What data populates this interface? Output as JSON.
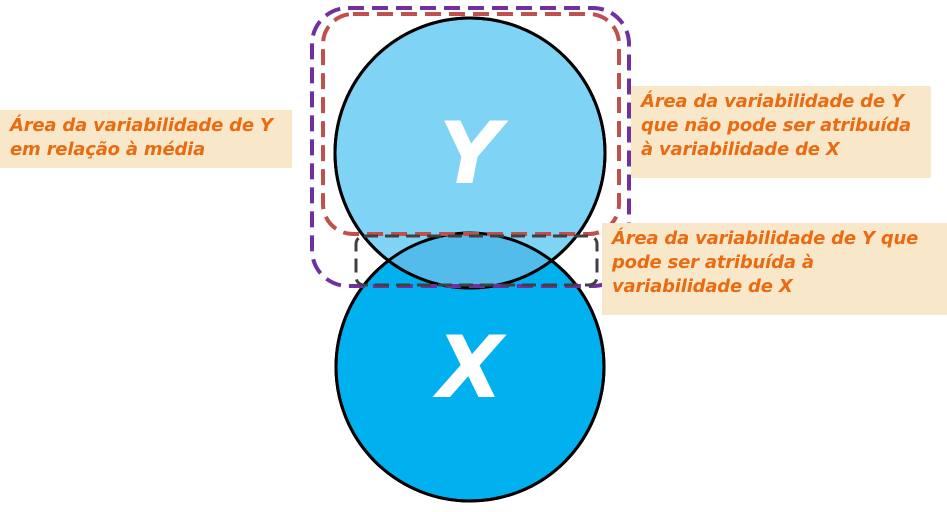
{
  "diagram": {
    "circle_y": {
      "letter": "Y",
      "fill": "#7fd3f5"
    },
    "circle_x": {
      "letter": "X",
      "fill": "#00b0ef"
    },
    "overlap_fill": "#53bcea",
    "outline_colors": {
      "purple": "#7030a0",
      "red": "#c0504d",
      "dark": "#404040"
    },
    "labels": {
      "left": {
        "lines": [
          "Área da variabilidade de Y",
          "em relação à média"
        ]
      },
      "top_right": {
        "lines": [
          "Área da variabilidade de Y",
          "que não pode ser atribuída",
          "à variabilidade de X"
        ]
      },
      "mid_right": {
        "lines": [
          "Área da variabilidade de Y que",
          "pode ser atribuída à",
          "variabilidade de X"
        ]
      }
    },
    "label_text_color": "#e96b12",
    "label_bg_color": "#f8e7c9"
  }
}
